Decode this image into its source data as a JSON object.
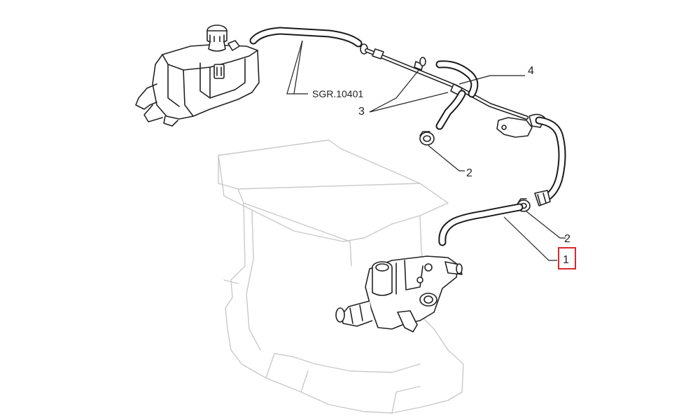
{
  "callouts": {
    "hose_main": "1",
    "clamp_upper": "2",
    "clamp_lower": "2",
    "pipe_hoses": "3",
    "metal_pipe": "4",
    "reference": "SGR.10401"
  },
  "highlight": {
    "target": "1",
    "color": "#d9272e"
  },
  "colors": {
    "line": "#222222",
    "ghost": "#c9c9c9",
    "background": "#ffffff"
  }
}
